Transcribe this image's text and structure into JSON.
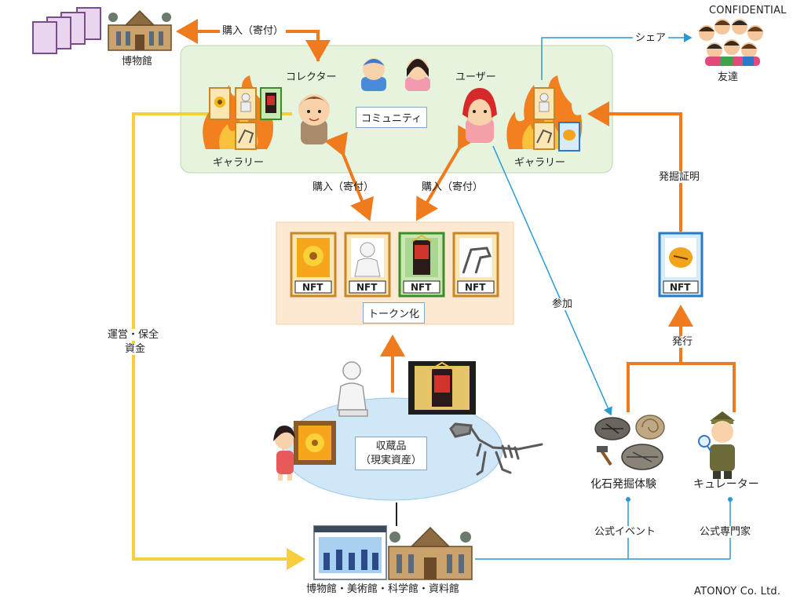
{
  "header": {
    "confidential": "CONFIDENTIAL"
  },
  "footer": {
    "company": "ATONOY Co. Ltd."
  },
  "labels": {
    "museum_top": "博物館",
    "purchase_top": "購入（寄付）",
    "share": "シェア",
    "friends": "友達",
    "collector": "コレクター",
    "community": "コミュニティ",
    "user": "ユーザー",
    "gallery_left": "ギャラリー",
    "gallery_right": "ギャラリー",
    "purchase_left": "購入（寄付）",
    "purchase_right": "購入（寄付）",
    "certification": "発掘証明",
    "tokenize": "トークン化",
    "participate": "参加",
    "issue": "発行",
    "operation_funds_line1": "運営・保全",
    "operation_funds_line2": "資金",
    "collection_line1": "収蔵品",
    "collection_line2": "（現実資産）",
    "fossil_experience": "化石発掘体験",
    "curator": "キュレーター",
    "official_event": "公式イベント",
    "official_expert": "公式専門家",
    "institutions": "博物館・美術館・科学館・資料館"
  },
  "nft_label": "NFT",
  "icons": {
    "document_stack": "document-stack-icon",
    "museum_building": "museum-building-icon",
    "friends_group": "friends-group-icon",
    "person_collector": "collector-avatar-icon",
    "person_user": "user-avatar-icon",
    "sunflower_card": "sunflower-card-icon",
    "statue_card": "statue-card-icon",
    "armor_card": "armor-card-icon",
    "dinosaur_card": "dinosaur-card-icon",
    "amber_card": "amber-card-icon",
    "fire": "fire-icon",
    "fossil": "fossil-icon",
    "curator": "curator-avatar-icon"
  },
  "colors": {
    "orange_arrow": "#f07a1e",
    "blue_line": "#2a9ad6",
    "yellow_line": "#f7cf3c",
    "community_bg": "#e6f4dd",
    "token_bg": "#fde9d2",
    "collection_bg": "#cfe7f7"
  }
}
